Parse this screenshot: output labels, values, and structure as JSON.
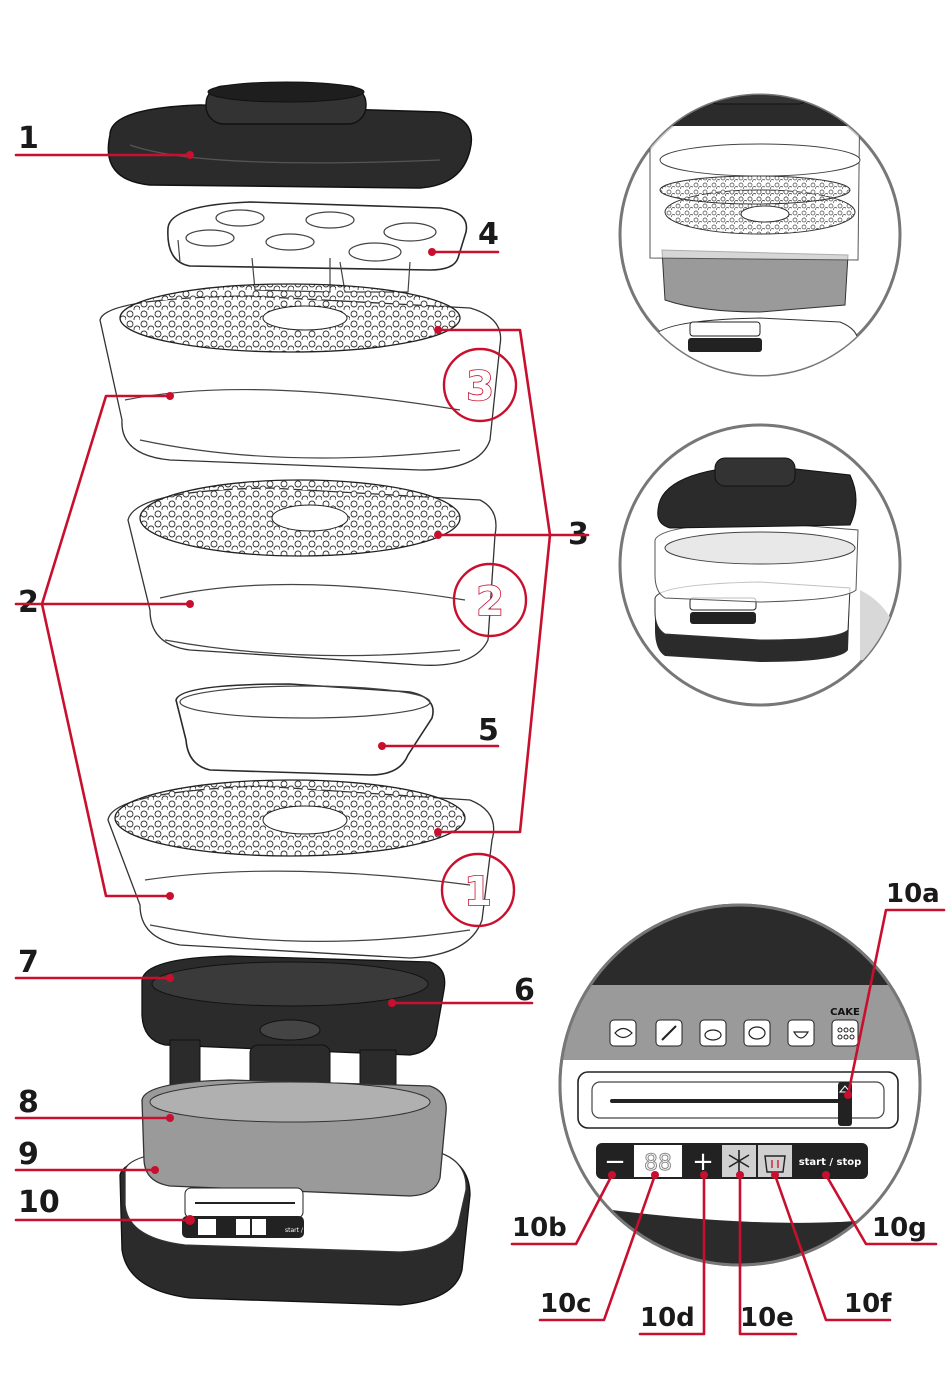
{
  "diagram": {
    "callouts": {
      "c1": "1",
      "c2": "2",
      "c3": "3",
      "c4": "4",
      "c5": "5",
      "c6": "6",
      "c7": "7",
      "c8": "8",
      "c9": "9",
      "c10": "10",
      "c10a": "10a",
      "c10b": "10b",
      "c10c": "10c",
      "c10d": "10d",
      "c10e": "10e",
      "c10f": "10f",
      "c10g": "10g"
    },
    "level_marks": {
      "level1": "1",
      "level2": "2",
      "level3": "3"
    },
    "control_panel": {
      "cake_label": "CAKE",
      "display_text": "88",
      "minus_symbol": "−",
      "plus_symbol": "+",
      "start_stop_label": "start / stop",
      "small_start_stop_label": "start / stop"
    },
    "icon_names": [
      "fish-icon",
      "vegetable-icon",
      "rice-icon",
      "chicken-icon",
      "dessert-icon",
      "cake-icon",
      "snowflake-icon",
      "pot-icon"
    ],
    "colors": {
      "leader": "#c8102e",
      "dark_part": "#2b2b2b",
      "grey_part": "#9a9a9a"
    }
  }
}
